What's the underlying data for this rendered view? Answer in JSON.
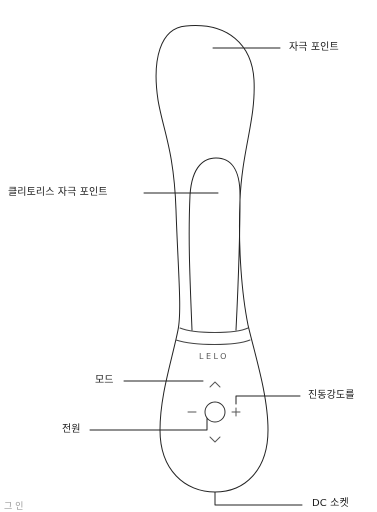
{
  "diagram": {
    "brand": "LELO",
    "figure_caption": "그 인",
    "callouts": {
      "tip": "자극 포인트",
      "clitoral": "클리토리스 자극 포인트",
      "mode": "모드",
      "power": "전원",
      "intensity": "진동강도를",
      "dc_socket": "DC 소켓"
    },
    "button_symbols": {
      "up": "^",
      "down": "v",
      "minus": "−",
      "plus": "+"
    }
  }
}
